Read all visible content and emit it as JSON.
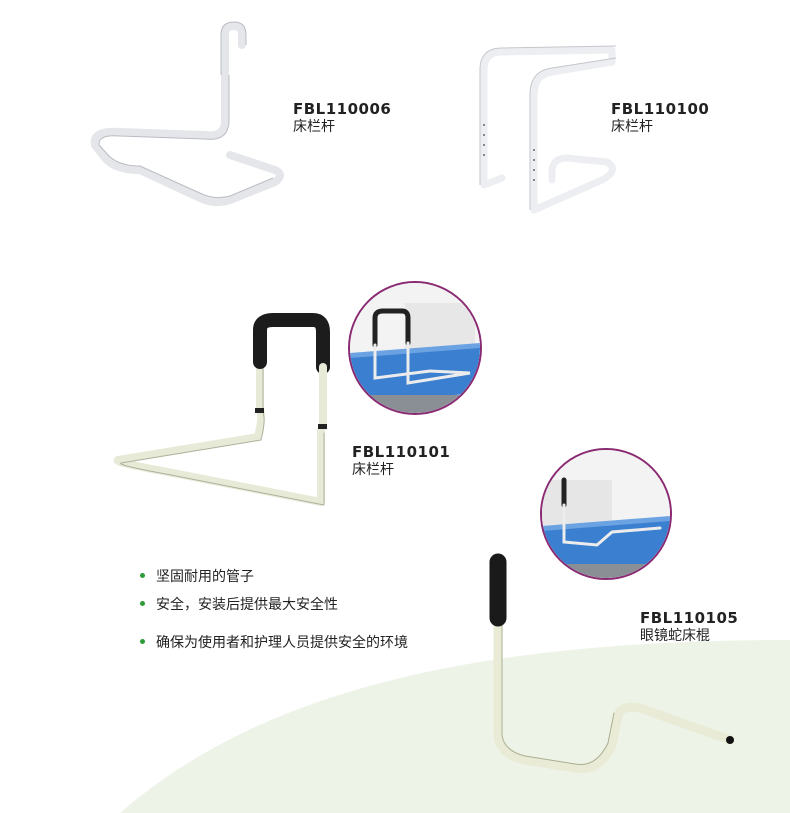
{
  "products": [
    {
      "code": "FBL110006",
      "name": "床栏杆"
    },
    {
      "code": "FBL110100",
      "name": "床栏杆"
    },
    {
      "code": "FBL110101",
      "name": "床栏杆"
    },
    {
      "code": "FBL110105",
      "name": "眼镜蛇床棍"
    }
  ],
  "features": [
    "坚固耐用的管子",
    "安全，安装后提供最大安全性",
    "确保为使用者和护理人员提供安全的环境"
  ],
  "colors": {
    "bullet": "#2e9a3a",
    "circle_border": "#8a2a72",
    "background_wave": "#eef3e8",
    "mattress": "#3a7fd0"
  }
}
